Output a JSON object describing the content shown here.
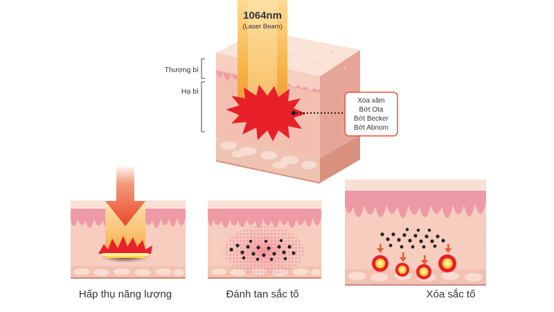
{
  "laser": {
    "wavelength": "1064nm",
    "subtitle": "(Laser Beam)"
  },
  "layers": {
    "epidermis": "Thượng bì",
    "dermis": "Hạ bì"
  },
  "treatments": [
    "Xóa xăm",
    "Bớt Ota",
    "Bớt Becker",
    "Bớt Abnom"
  ],
  "steps": [
    {
      "caption": "Hấp thụ năng lượng"
    },
    {
      "caption": "Đánh tan sắc tố"
    },
    {
      "caption": "Xóa sắc tố"
    }
  ],
  "colors": {
    "skin_surface": "#f7d3c6",
    "skin_dermis": "#f2b8aa",
    "skin_pink": "#ee9aa6",
    "skin_base": "#e9a394",
    "beam": "#f6b13c",
    "burst": "#e8202a",
    "arrow": "#ec5a2e",
    "pigment": "#222222",
    "treatment_box_border": "#f04e38"
  }
}
